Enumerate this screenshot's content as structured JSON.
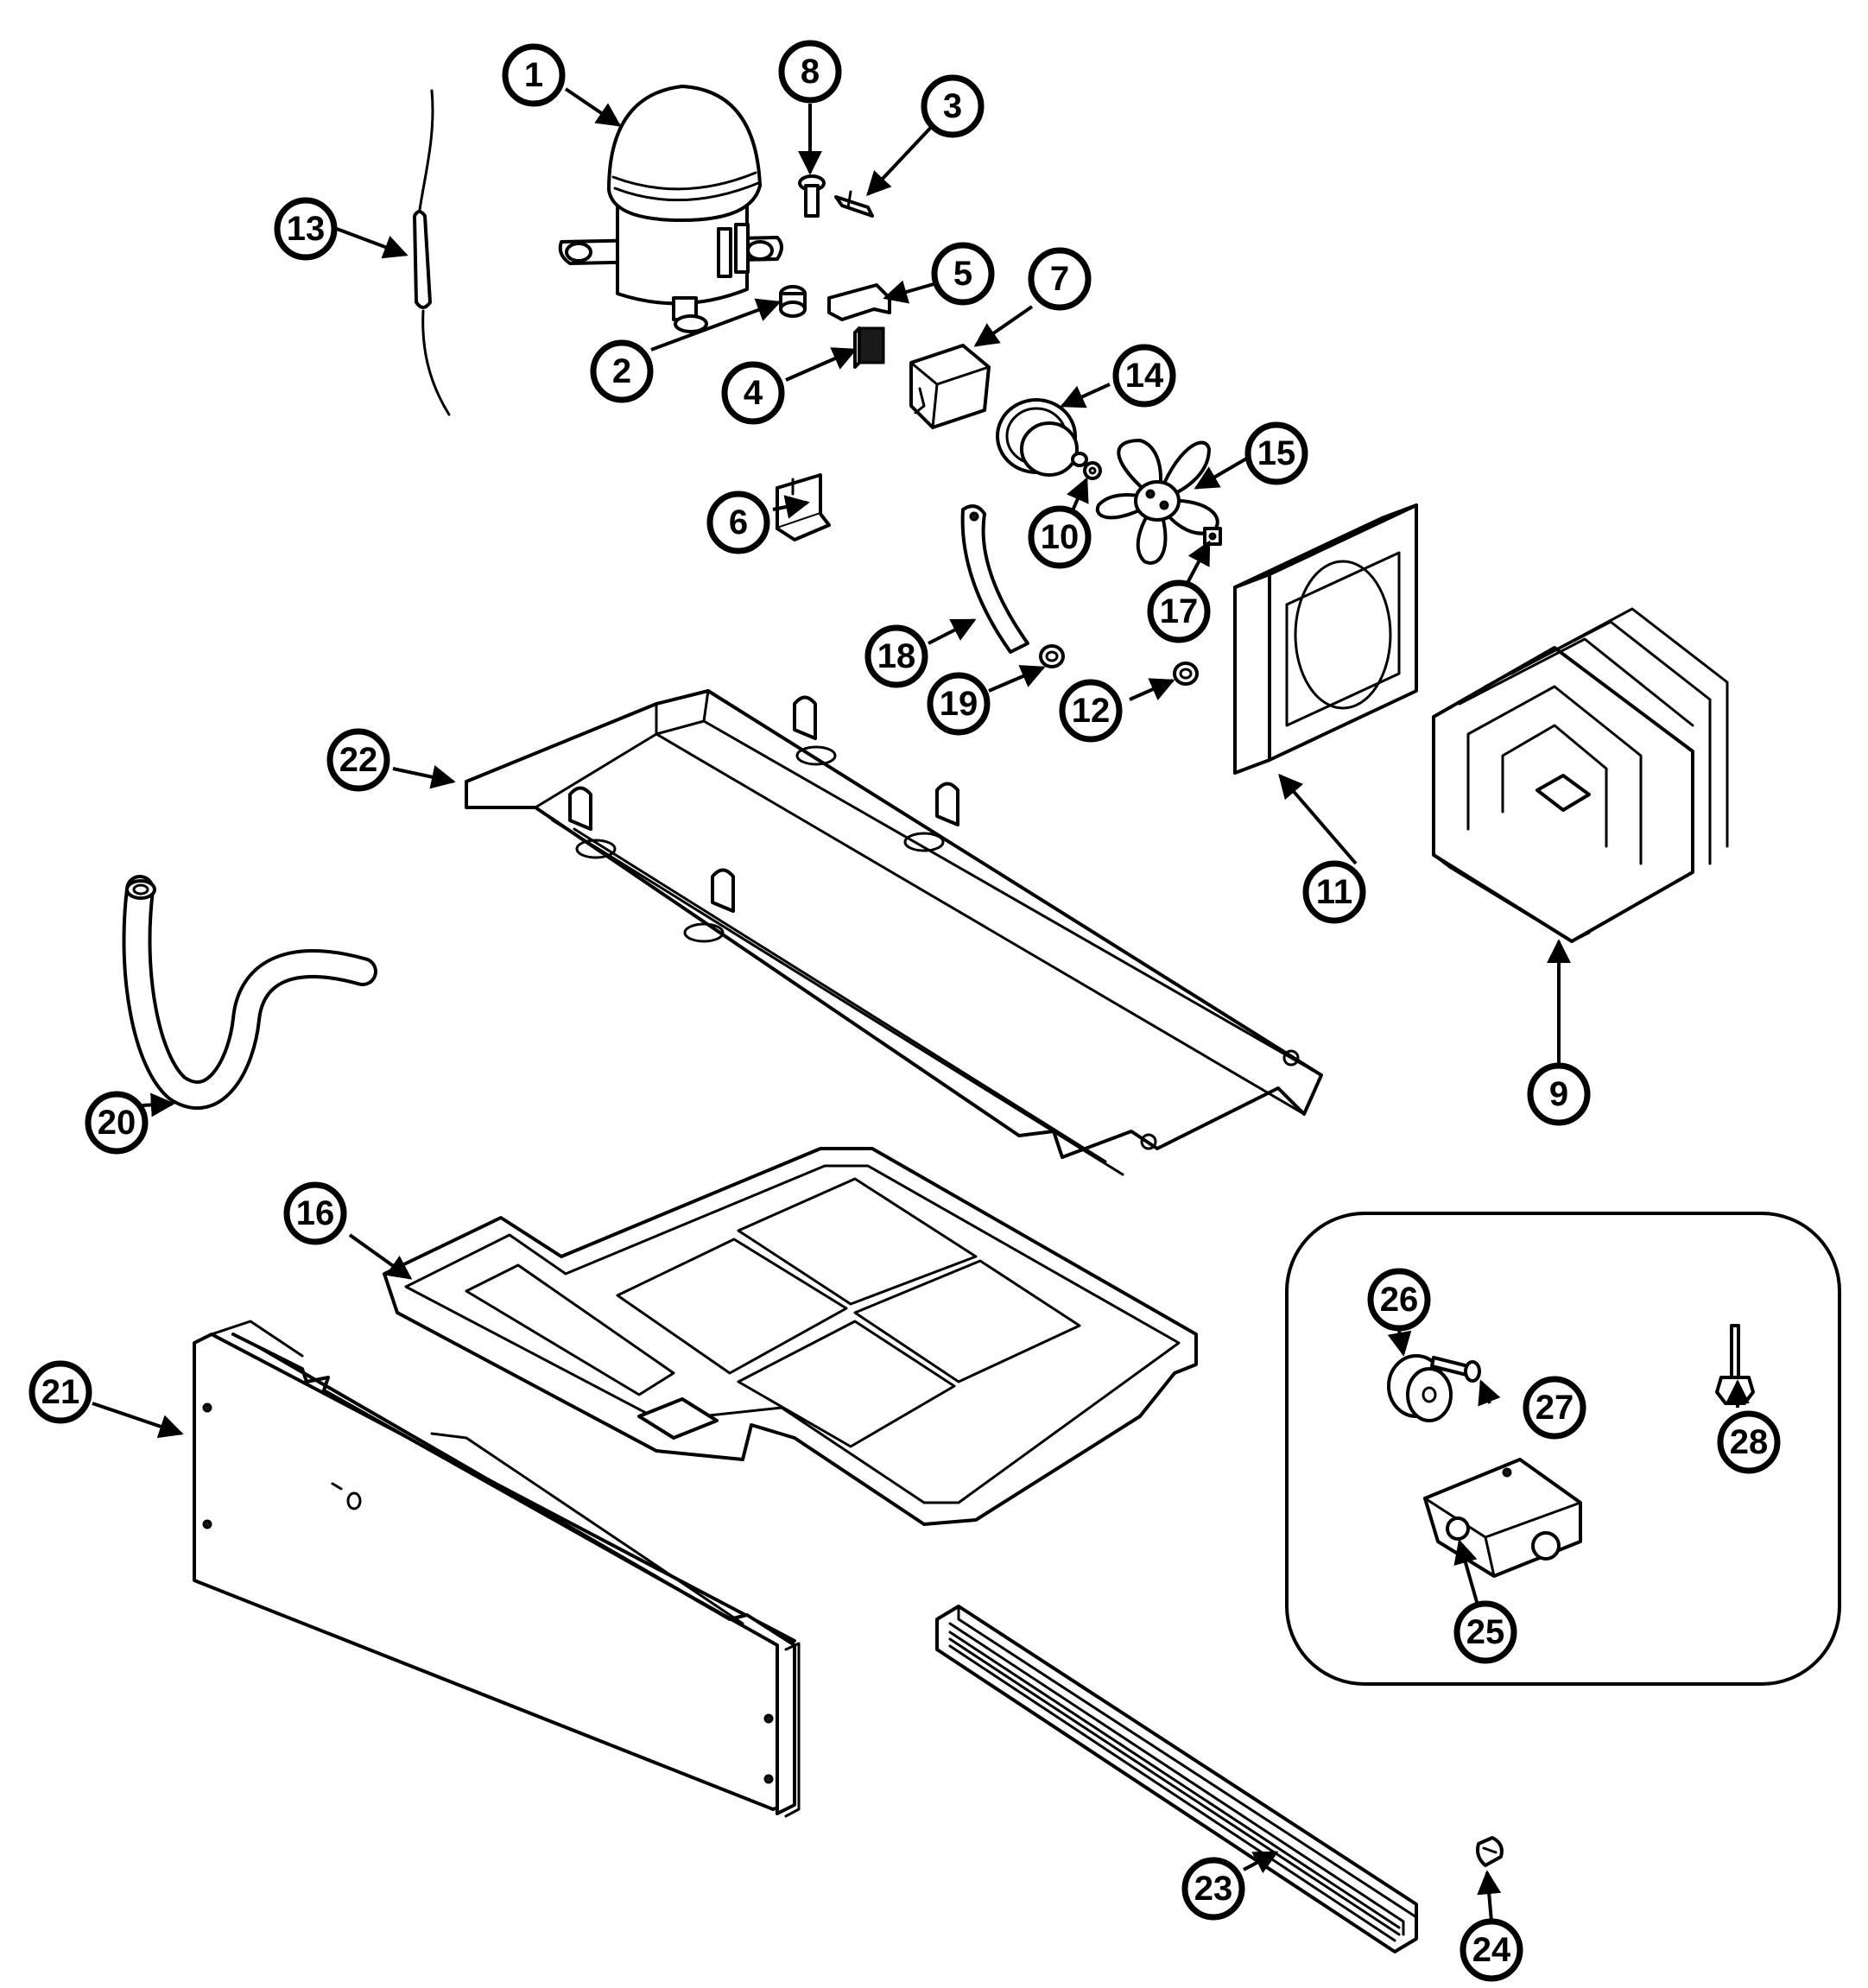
{
  "callouts": [
    {
      "num": "1"
    },
    {
      "num": "2"
    },
    {
      "num": "3"
    },
    {
      "num": "4"
    },
    {
      "num": "5"
    },
    {
      "num": "6"
    },
    {
      "num": "7"
    },
    {
      "num": "8"
    },
    {
      "num": "9"
    },
    {
      "num": "10"
    },
    {
      "num": "11"
    },
    {
      "num": "12"
    },
    {
      "num": "13"
    },
    {
      "num": "14"
    },
    {
      "num": "15"
    },
    {
      "num": "16"
    },
    {
      "num": "17"
    },
    {
      "num": "18"
    },
    {
      "num": "19"
    },
    {
      "num": "20"
    },
    {
      "num": "21"
    },
    {
      "num": "22"
    },
    {
      "num": "23"
    },
    {
      "num": "24"
    },
    {
      "num": "25"
    },
    {
      "num": "26"
    },
    {
      "num": "27"
    },
    {
      "num": "28"
    }
  ],
  "colors": {
    "line": "#000000",
    "background": "#ffffff"
  }
}
